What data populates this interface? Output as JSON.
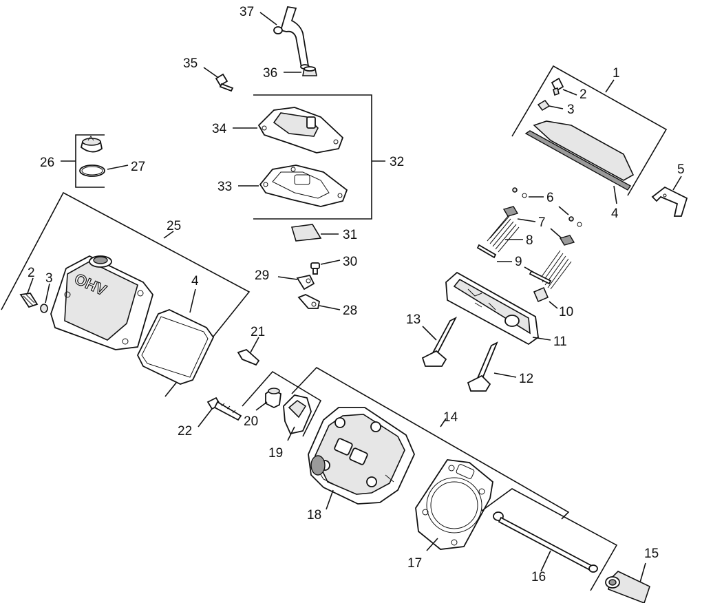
{
  "diagram": {
    "logo_text": "OHV",
    "callouts": {
      "c1": "1",
      "c2a": "2",
      "c3a": "3",
      "c4a": "4",
      "c5": "5",
      "c6": "6",
      "c7": "7",
      "c8": "8",
      "c9": "9",
      "c10": "10",
      "c11": "11",
      "c12": "12",
      "c13": "13",
      "c14": "14",
      "c15": "15",
      "c16": "16",
      "c17": "17",
      "c18": "18",
      "c19": "19",
      "c20": "20",
      "c21": "21",
      "c22": "22",
      "c25": "25",
      "c2b": "2",
      "c3b": "3",
      "c4b": "4",
      "c26": "26",
      "c27": "27",
      "c28": "28",
      "c29": "29",
      "c30": "30",
      "c31": "31",
      "c32": "32",
      "c33": "33",
      "c34": "34",
      "c35": "35",
      "c36": "36",
      "c37": "37"
    }
  }
}
